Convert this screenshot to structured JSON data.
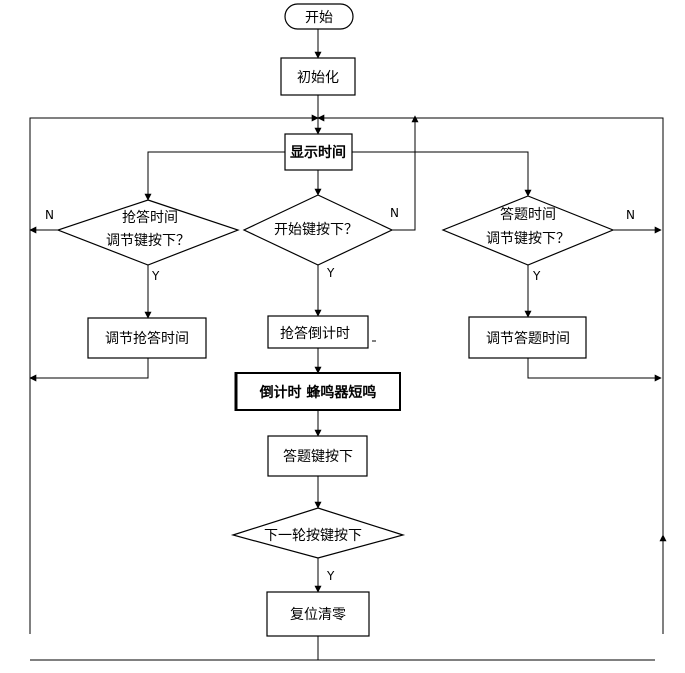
{
  "nodes": {
    "start": "开始",
    "init": "初始化",
    "display": "显示时间",
    "rush_adjust_q_line1": "抢答时间",
    "rush_adjust_q_line2": "调节键按下？",
    "start_q": "开始键按下？",
    "answer_adjust_q_line1": "答题时间",
    "answer_adjust_q_line2": "调节键按下？",
    "adjust_rush": "调节抢答时间",
    "rush_countdown": "抢答倒计时",
    "beep": "倒计时 蜂鸣器短鸣",
    "answer_key": "答题键按下",
    "adjust_answer": "调节答题时间",
    "next_round_q": "下一轮按键按下",
    "reset": "复位清零"
  },
  "labels": {
    "no": "N",
    "yes": "Y"
  },
  "colors": {
    "line": "#000000",
    "fill": "#ffffff"
  }
}
